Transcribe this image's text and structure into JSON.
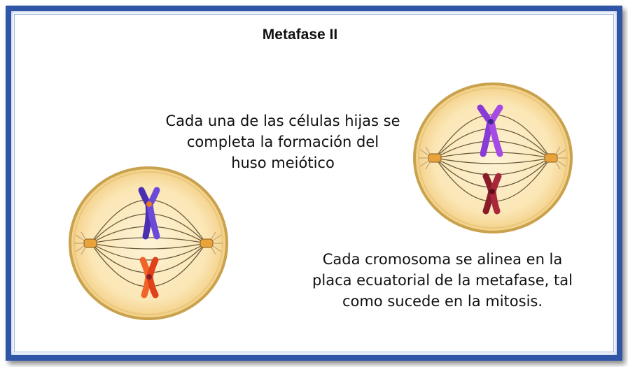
{
  "title": "Metafase II",
  "caption_top": {
    "lines": [
      "Cada una de las células hijas se",
      "completa la formación del",
      "huso meiótico"
    ]
  },
  "caption_bottom": {
    "lines": [
      "Cada cromosoma se alinea en la",
      "placa ecuatorial de la metafase, tal",
      "como sucede en la mitosis."
    ]
  },
  "colors": {
    "frame_border": "#2f56a6",
    "cell_fill": "#fbe6b5",
    "cell_outline": "#b08a3a",
    "spindle_line": "#6b5a3c",
    "chromosome_left_upper": "#4a2fb0",
    "chromosome_left_lower": "#f0642a",
    "chromosome_right_upper": "#8a3ad6",
    "chromosome_right_lower": "#8a1c2a",
    "centrosome": "#e8a33a"
  },
  "cells": [
    {
      "name": "left-cell",
      "upper_chromosome": "purple-blue",
      "lower_chromosome": "orange"
    },
    {
      "name": "right-cell",
      "upper_chromosome": "violet",
      "lower_chromosome": "dark-red"
    }
  ]
}
